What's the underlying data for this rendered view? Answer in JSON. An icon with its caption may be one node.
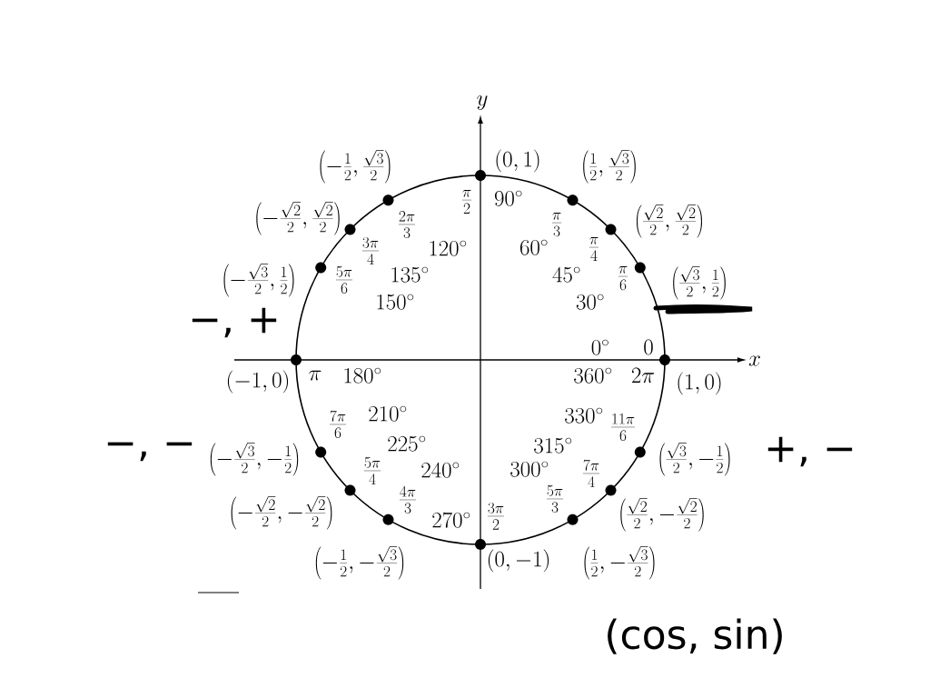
{
  "diagram": {
    "labels": [
      "y",
      "\\left(-\\frac{1}{2}, \\frac{\\sqrt{3}}{2}\\right)",
      "(0, 1)",
      "\\left(\\frac{1}{2}, \\frac{\\sqrt{3}}{2}\\right)",
      "\\frac{\\pi}{2}",
      "90^\\circ",
      "\\left(-\\frac{\\sqrt{2}}{2}, \\frac{\\sqrt{2}}{2}\\right)",
      "\\frac{2\\pi}{3}",
      "\\frac{\\pi}{3}",
      "\\left(\\frac{\\sqrt{2}}{2}, \\frac{\\sqrt{2}}{2}\\right)",
      "\\frac{3\\pi}{4}",
      "120^\\circ",
      "60^\\circ",
      "\\frac{\\pi}{4}",
      "\\left(-\\frac{\\sqrt{3}}{2}, \\frac{1}{2}\\right)",
      "\\frac{5\\pi}{6}",
      "135^\\circ",
      "45^\\circ",
      "\\frac{\\pi}{6}",
      "\\left(\\frac{\\sqrt{3}}{2}, \\frac{1}{2}\\right)",
      "150^\\circ",
      "30^\\circ",
      "−, +",
      "0^\\circ",
      "0",
      "x",
      "(-1, 0)",
      "\\pi",
      "180^\\circ",
      "360^\\circ",
      "2\\pi",
      "(1, 0)",
      "210^\\circ",
      "330^\\circ",
      "\\frac{7\\pi}{6}",
      "\\frac{11\\pi}{6}",
      "−, −",
      "\\left(-\\frac{\\sqrt{3}}{2}, -\\frac{1}{2}\\right)",
      "225^\\circ",
      "315^\\circ",
      "\\left(\\frac{\\sqrt{3}}{2}, -\\frac{1}{2}\\right)",
      "+, −",
      "\\frac{5\\pi}{4}",
      "240^\\circ",
      "300^\\circ",
      "\\frac{7\\pi}{4}",
      "\\left(-\\frac{\\sqrt{2}}{2}, -\\frac{\\sqrt{2}}{2}\\right)",
      "\\frac{4\\pi}{3}",
      "\\frac{5\\pi}{3}",
      "\\left(\\frac{\\sqrt{2}}{2}, -\\frac{\\sqrt{2}}{2}\\right)",
      "270^\\circ",
      "\\frac{3\\pi}{2}",
      "\\left(-\\frac{1}{2}, -\\frac{\\sqrt{3}}{2}\\right)",
      "(0, -1)",
      "\\left(\\frac{1}{2}, -\\frac{\\sqrt{3}}{2}\\right)",
      "(cos, sin)"
    ]
  }
}
